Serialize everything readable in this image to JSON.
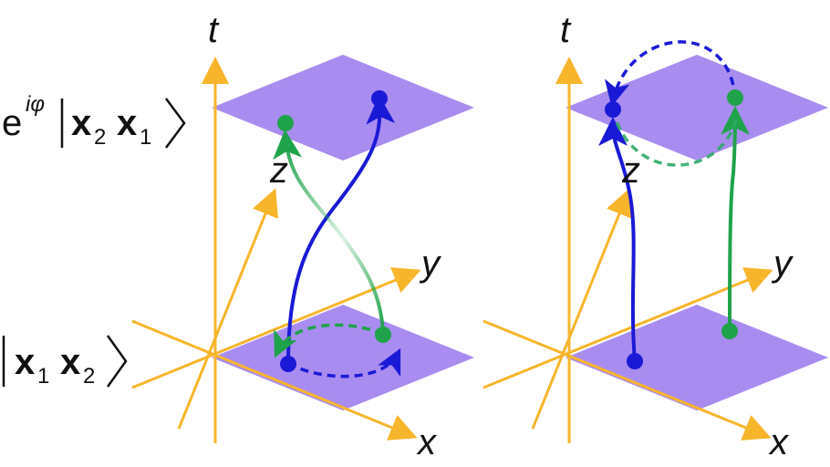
{
  "labels": {
    "top_ket": {
      "phase_base": "e",
      "phase_exp": "iφ",
      "particle_a": "x",
      "index_a": "2",
      "particle_b": "x",
      "index_b": "1"
    },
    "bottom_ket": {
      "particle_a": "x",
      "index_a": "1",
      "particle_b": "x",
      "index_b": "2"
    },
    "axes": {
      "t": "t",
      "z": "z",
      "y": "y",
      "x": "x"
    }
  },
  "colors": {
    "axis": "#f7b52b",
    "plane": "#a98cf0",
    "particle_blue": "#1a1ad6",
    "particle_green": "#1fa34a"
  },
  "panels": [
    {
      "name": "left",
      "description_shown": "exchange with braiding loop in lower plane"
    },
    {
      "name": "right",
      "description_shown": "exchange with loop in upper plane"
    }
  ],
  "icons": {
    "arrowhead": "arrowhead-icon",
    "particle": "dot-icon"
  }
}
